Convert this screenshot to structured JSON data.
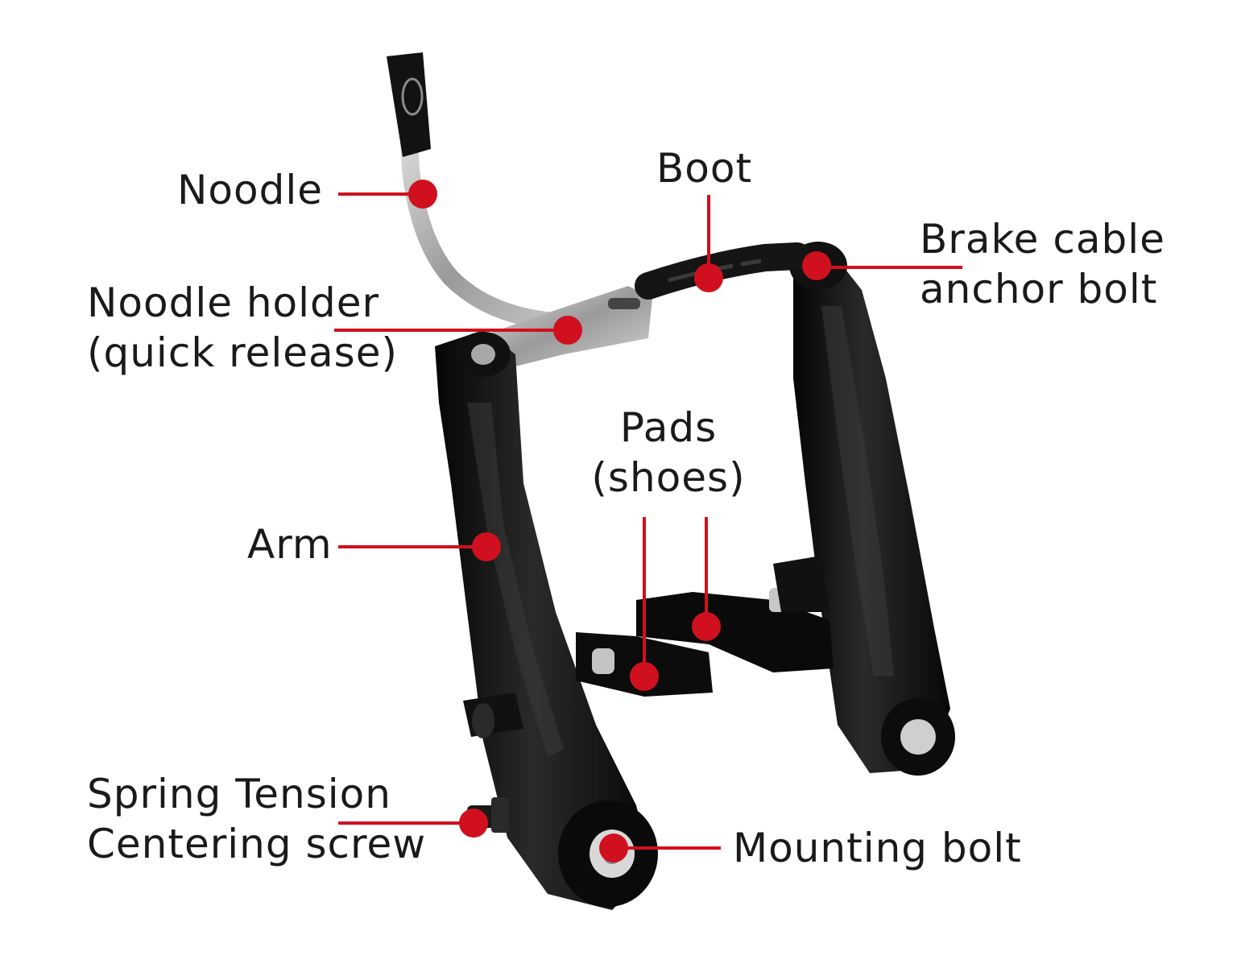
{
  "diagram": {
    "colors": {
      "accent": "#d0101e",
      "metal": "#111111",
      "steel": "#b8b8b8",
      "background": "#ffffff"
    },
    "labels": {
      "noodle": {
        "lines": [
          "Noodle"
        ]
      },
      "noodle_holder": {
        "lines": [
          "Noodle holder",
          "(quick release)"
        ]
      },
      "boot": {
        "lines": [
          "Boot"
        ]
      },
      "brake_cable_anchor_bolt": {
        "lines": [
          "Brake cable",
          "anchor bolt"
        ]
      },
      "pads": {
        "lines": [
          "Pads",
          "(shoes)"
        ]
      },
      "arm": {
        "lines": [
          "Arm"
        ]
      },
      "spring_tension": {
        "lines": [
          "Spring Tension",
          "Centering screw"
        ]
      },
      "mounting_bolt": {
        "lines": [
          "Mounting bolt"
        ]
      }
    }
  }
}
